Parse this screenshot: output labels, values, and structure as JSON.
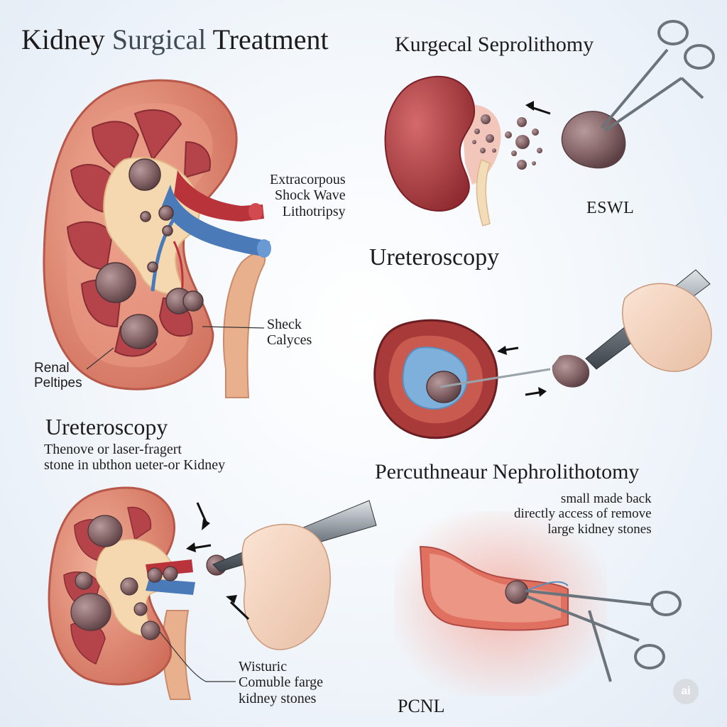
{
  "title": {
    "part1": "Kidney ",
    "part2": "Surgical",
    "part3": " Treatment"
  },
  "subtitle": "Kurgecal Seprolithomy",
  "labels": {
    "eswl_long": [
      "Extracorpous",
      "Shock Wave",
      "Lithotripsy"
    ],
    "eswl": "ESWL",
    "ureteroscopy_top": "Ureteroscopy",
    "shock_calyces": [
      "Sheck",
      "Calyces"
    ],
    "renal_pelvis": [
      "Renal",
      "Peltipes"
    ],
    "ureteroscopy_bottom": "Ureteroscopy",
    "ureteroscopy_desc": [
      "Thenove or laser-fragert",
      "stone in ubthon ueter-or Kidney"
    ],
    "pcnl_title": "Percuthneaur Nephrolithotomy",
    "pcnl_desc": [
      "small made back",
      "directly access of remove",
      "large kidney stones"
    ],
    "wisturic": [
      "Wisturic",
      "Comuble farge",
      "kidney stones"
    ],
    "pcnl": "PCNL"
  },
  "badge": "ai",
  "colors": {
    "kidney_outer": "#e0806a",
    "medulla": "#b4444a",
    "pelvis": "#f6d8b0",
    "artery": "#b8343a",
    "vein": "#4a7ab8",
    "stone": "#8a6a6e"
  }
}
